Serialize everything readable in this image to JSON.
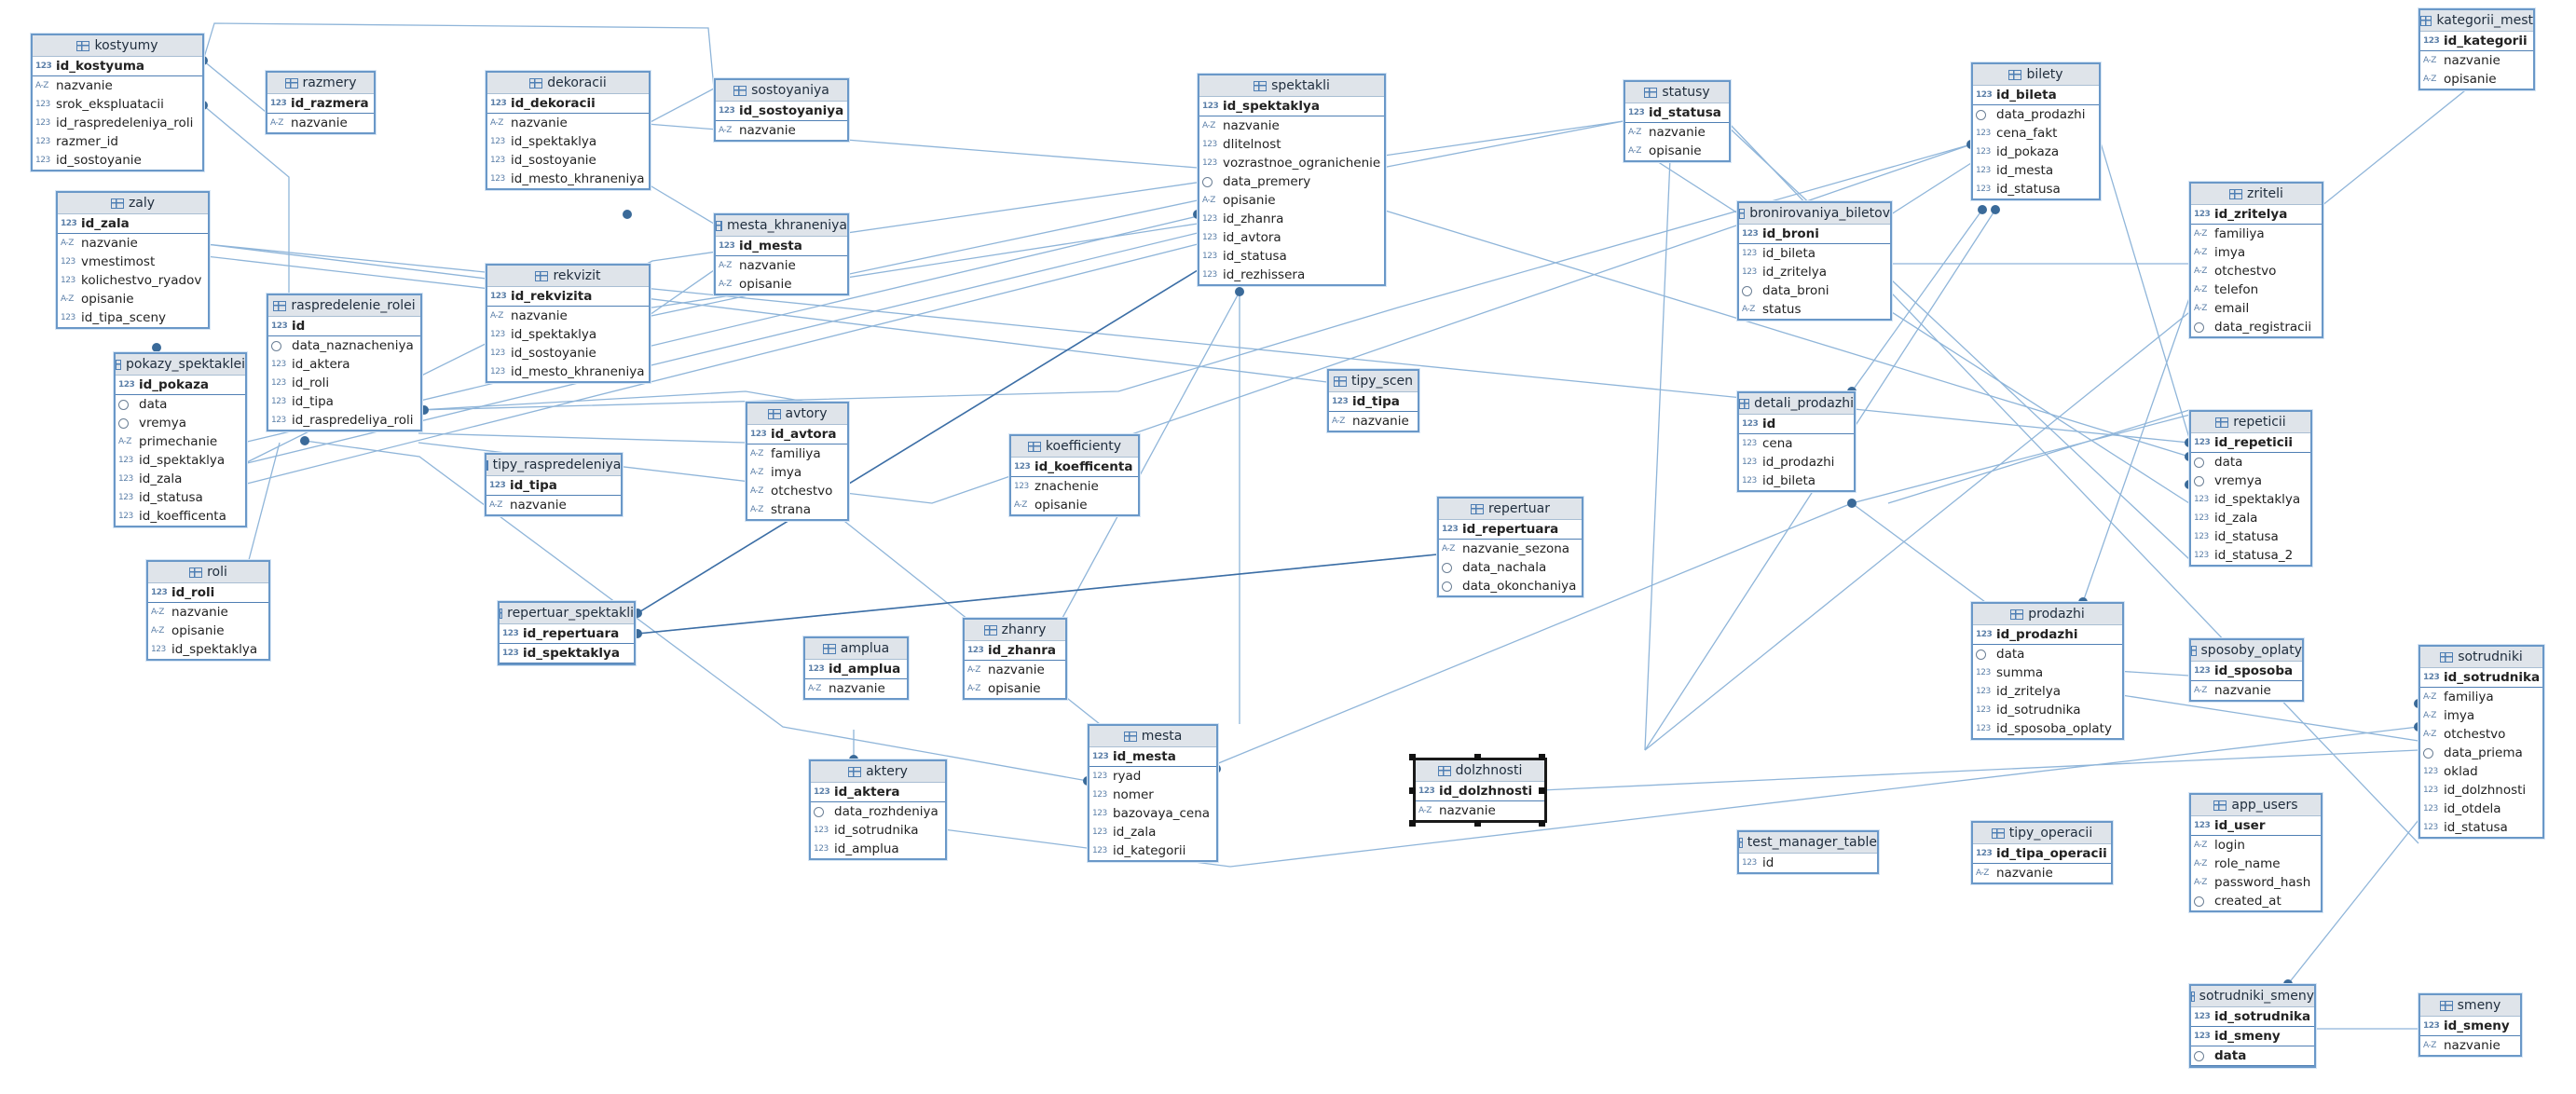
{
  "colors": {
    "link": "#8fb5d9",
    "accent": "#3c6ea5",
    "dot": "#3a6a99",
    "header": "#dfe4ea"
  },
  "tables": [
    {
      "name": "kostyumy",
      "cols": [
        [
          "id_kostyuma",
          "num",
          1
        ],
        [
          "nazvanie",
          "text",
          0
        ],
        [
          "srok_ekspluatacii",
          "num",
          0
        ],
        [
          "id_raspredeleniya_roli",
          "num",
          0
        ],
        [
          "razmer_id",
          "num",
          0
        ],
        [
          "id_sostoyanie",
          "num",
          0
        ]
      ]
    },
    {
      "name": "razmery",
      "cols": [
        [
          "id_razmera",
          "num",
          1
        ],
        [
          "nazvanie",
          "text",
          0
        ]
      ]
    },
    {
      "name": "dekoracii",
      "cols": [
        [
          "id_dekoracii",
          "num",
          1
        ],
        [
          "nazvanie",
          "text",
          0
        ],
        [
          "id_spektaklya",
          "num",
          0
        ],
        [
          "id_sostoyanie",
          "num",
          0
        ],
        [
          "id_mesto_khraneniya",
          "num",
          0
        ]
      ]
    },
    {
      "name": "sostoyaniya",
      "cols": [
        [
          "id_sostoyaniya",
          "num",
          1
        ],
        [
          "nazvanie",
          "text",
          0
        ]
      ]
    },
    {
      "name": "spektakli",
      "cols": [
        [
          "id_spektaklya",
          "num",
          1
        ],
        [
          "nazvanie",
          "text",
          0
        ],
        [
          "dlitelnost",
          "num",
          0
        ],
        [
          "vozrastnoe_ogranichenie",
          "num",
          0
        ],
        [
          "data_premery",
          "date",
          0
        ],
        [
          "opisanie",
          "text",
          0
        ],
        [
          "id_zhanra",
          "num",
          0
        ],
        [
          "id_avtora",
          "num",
          0
        ],
        [
          "id_statusa",
          "num",
          0
        ],
        [
          "id_rezhissera",
          "num",
          0
        ]
      ]
    },
    {
      "name": "statusy",
      "cols": [
        [
          "id_statusa",
          "num",
          1
        ],
        [
          "nazvanie",
          "text",
          0
        ],
        [
          "opisanie",
          "text",
          0
        ]
      ]
    },
    {
      "name": "bilety",
      "cols": [
        [
          "id_bileta",
          "num",
          1
        ],
        [
          "data_prodazhi",
          "date",
          0
        ],
        [
          "cena_fakt",
          "num",
          0
        ],
        [
          "id_pokaza",
          "num",
          0
        ],
        [
          "id_mesta",
          "num",
          0
        ],
        [
          "id_statusa",
          "num",
          0
        ]
      ]
    },
    {
      "name": "kategorii_mest",
      "cols": [
        [
          "id_kategorii",
          "num",
          1
        ],
        [
          "nazvanie",
          "text",
          0
        ],
        [
          "opisanie",
          "text",
          0
        ]
      ]
    },
    {
      "name": "zaly",
      "cols": [
        [
          "id_zala",
          "num",
          1
        ],
        [
          "nazvanie",
          "text",
          0
        ],
        [
          "vmestimost",
          "num",
          0
        ],
        [
          "kolichestvo_ryadov",
          "num",
          0
        ],
        [
          "opisanie",
          "text",
          0
        ],
        [
          "id_tipa_sceny",
          "num",
          0
        ]
      ]
    },
    {
      "name": "mesta_khraneniya",
      "cols": [
        [
          "id_mesta",
          "num",
          1
        ],
        [
          "nazvanie",
          "text",
          0
        ],
        [
          "opisanie",
          "text",
          0
        ]
      ]
    },
    {
      "name": "rekvizit",
      "cols": [
        [
          "id_rekvizita",
          "num",
          1
        ],
        [
          "nazvanie",
          "text",
          0
        ],
        [
          "id_spektaklya",
          "num",
          0
        ],
        [
          "id_sostoyanie",
          "num",
          0
        ],
        [
          "id_mesto_khraneniya",
          "num",
          0
        ]
      ]
    },
    {
      "name": "raspredelenie_rolei",
      "cols": [
        [
          "id",
          "num",
          1
        ],
        [
          "data_naznacheniya",
          "date",
          0
        ],
        [
          "id_aktera",
          "num",
          0
        ],
        [
          "id_roli",
          "num",
          0
        ],
        [
          "id_tipa",
          "num",
          0
        ],
        [
          "id_raspredeliya_roli",
          "num",
          0
        ]
      ]
    },
    {
      "name": "pokazy_spektaklei",
      "cols": [
        [
          "id_pokaza",
          "num",
          1
        ],
        [
          "data",
          "date",
          0
        ],
        [
          "vremya",
          "date",
          0
        ],
        [
          "primechanie",
          "text",
          0
        ],
        [
          "id_spektaklya",
          "num",
          0
        ],
        [
          "id_zala",
          "num",
          0
        ],
        [
          "id_statusa",
          "num",
          0
        ],
        [
          "id_koefficenta",
          "num",
          0
        ]
      ]
    },
    {
      "name": "bronirovaniya_biletov",
      "cols": [
        [
          "id_broni",
          "num",
          1
        ],
        [
          "id_bileta",
          "num",
          0
        ],
        [
          "id_zritelya",
          "num",
          0
        ],
        [
          "data_broni",
          "date",
          0
        ],
        [
          "status",
          "text",
          0
        ]
      ]
    },
    {
      "name": "zriteli",
      "cols": [
        [
          "id_zritelya",
          "num",
          1
        ],
        [
          "familiya",
          "text",
          0
        ],
        [
          "imya",
          "text",
          0
        ],
        [
          "otchestvo",
          "text",
          0
        ],
        [
          "telefon",
          "text",
          0
        ],
        [
          "email",
          "text",
          0
        ],
        [
          "data_registracii",
          "date",
          0
        ]
      ]
    },
    {
      "name": "tipy_scen",
      "cols": [
        [
          "id_tipa",
          "num",
          1
        ],
        [
          "nazvanie",
          "text",
          0
        ]
      ]
    },
    {
      "name": "avtory",
      "cols": [
        [
          "id_avtora",
          "num",
          1
        ],
        [
          "familiya",
          "text",
          0
        ],
        [
          "imya",
          "text",
          0
        ],
        [
          "otchestvo",
          "text",
          0
        ],
        [
          "strana",
          "text",
          0
        ]
      ]
    },
    {
      "name": "koefficienty",
      "cols": [
        [
          "id_koefficenta",
          "num",
          1
        ],
        [
          "znachenie",
          "num",
          0
        ],
        [
          "opisanie",
          "text",
          0
        ]
      ]
    },
    {
      "name": "detali_prodazhi",
      "cols": [
        [
          "id",
          "num",
          1
        ],
        [
          "cena",
          "num",
          0
        ],
        [
          "id_prodazhi",
          "num",
          0
        ],
        [
          "id_bileta",
          "num",
          0
        ]
      ]
    },
    {
      "name": "repeticii",
      "cols": [
        [
          "id_repeticii",
          "num",
          1
        ],
        [
          "data",
          "date",
          0
        ],
        [
          "vremya",
          "date",
          0
        ],
        [
          "id_spektaklya",
          "num",
          0
        ],
        [
          "id_zala",
          "num",
          0
        ],
        [
          "id_statusa",
          "num",
          0
        ],
        [
          "id_statusa_2",
          "num",
          0
        ]
      ]
    },
    {
      "name": "tipy_raspredeleniya",
      "cols": [
        [
          "id_tipa",
          "num",
          1
        ],
        [
          "nazvanie",
          "text",
          0
        ]
      ]
    },
    {
      "name": "repertuar",
      "cols": [
        [
          "id_repertuara",
          "num",
          1
        ],
        [
          "nazvanie_sezona",
          "text",
          0
        ],
        [
          "data_nachala",
          "date",
          0
        ],
        [
          "data_okonchaniya",
          "date",
          0
        ]
      ]
    },
    {
      "name": "roli",
      "cols": [
        [
          "id_roli",
          "num",
          1
        ],
        [
          "nazvanie",
          "text",
          0
        ],
        [
          "opisanie",
          "text",
          0
        ],
        [
          "id_spektaklya",
          "num",
          0
        ]
      ]
    },
    {
      "name": "repertuar_spektakli",
      "cols": [
        [
          "id_repertuara",
          "num",
          1
        ],
        [
          "id_spektaklya",
          "num",
          1
        ]
      ]
    },
    {
      "name": "zhanry",
      "cols": [
        [
          "id_zhanra",
          "num",
          1
        ],
        [
          "nazvanie",
          "text",
          0
        ],
        [
          "opisanie",
          "text",
          0
        ]
      ]
    },
    {
      "name": "amplua",
      "cols": [
        [
          "id_amplua",
          "num",
          1
        ],
        [
          "nazvanie",
          "text",
          0
        ]
      ]
    },
    {
      "name": "prodazhi",
      "cols": [
        [
          "id_prodazhi",
          "num",
          1
        ],
        [
          "data",
          "date",
          0
        ],
        [
          "summa",
          "num",
          0
        ],
        [
          "id_zritelya",
          "num",
          0
        ],
        [
          "id_sotrudnika",
          "num",
          0
        ],
        [
          "id_sposoba_oplaty",
          "num",
          0
        ]
      ]
    },
    {
      "name": "sposoby_oplaty",
      "cols": [
        [
          "id_sposoba",
          "num",
          1
        ],
        [
          "nazvanie",
          "text",
          0
        ]
      ]
    },
    {
      "name": "sotrudniki",
      "cols": [
        [
          "id_sotrudnika",
          "num",
          1
        ],
        [
          "familiya",
          "text",
          0
        ],
        [
          "imya",
          "text",
          0
        ],
        [
          "otchestvo",
          "text",
          0
        ],
        [
          "data_priema",
          "date",
          0
        ],
        [
          "oklad",
          "num",
          0
        ],
        [
          "id_dolzhnosti",
          "num",
          0
        ],
        [
          "id_otdela",
          "num",
          0
        ],
        [
          "id_statusa",
          "num",
          0
        ]
      ]
    },
    {
      "name": "mesta",
      "cols": [
        [
          "id_mesta",
          "num",
          1
        ],
        [
          "ryad",
          "num",
          0
        ],
        [
          "nomer",
          "num",
          0
        ],
        [
          "bazovaya_cena",
          "num",
          0
        ],
        [
          "id_zala",
          "num",
          0
        ],
        [
          "id_kategorii",
          "num",
          0
        ]
      ]
    },
    {
      "name": "aktery",
      "cols": [
        [
          "id_aktera",
          "num",
          1
        ],
        [
          "data_rozhdeniya",
          "date",
          0
        ],
        [
          "id_sotrudnika",
          "num",
          0
        ],
        [
          "id_amplua",
          "num",
          0
        ]
      ]
    },
    {
      "name": "dolzhnosti",
      "cols": [
        [
          "id_dolzhnosti",
          "num",
          1
        ],
        [
          "nazvanie",
          "text",
          0
        ]
      ]
    },
    {
      "name": "test_manager_table",
      "cols": [
        [
          "id",
          "num",
          0
        ]
      ]
    },
    {
      "name": "tipy_operacii",
      "cols": [
        [
          "id_tipa_operacii",
          "num",
          1
        ],
        [
          "nazvanie",
          "text",
          0
        ]
      ]
    },
    {
      "name": "app_users",
      "cols": [
        [
          "id_user",
          "num",
          1
        ],
        [
          "login",
          "text",
          0
        ],
        [
          "role_name",
          "text",
          0
        ],
        [
          "password_hash",
          "text",
          0
        ],
        [
          "created_at",
          "date",
          0
        ]
      ]
    },
    {
      "name": "sotrudniki_smeny",
      "cols": [
        [
          "id_sotrudnika",
          "num",
          1
        ],
        [
          "id_smeny",
          "num",
          1
        ],
        [
          "data",
          "date",
          1
        ]
      ]
    },
    {
      "name": "smeny",
      "cols": [
        [
          "id_smeny",
          "num",
          1
        ],
        [
          "nazvanie",
          "text",
          0
        ]
      ]
    }
  ],
  "type_labels": {
    "num": "123",
    "text": "A-Z"
  },
  "selected_table": "dolzhnosti"
}
